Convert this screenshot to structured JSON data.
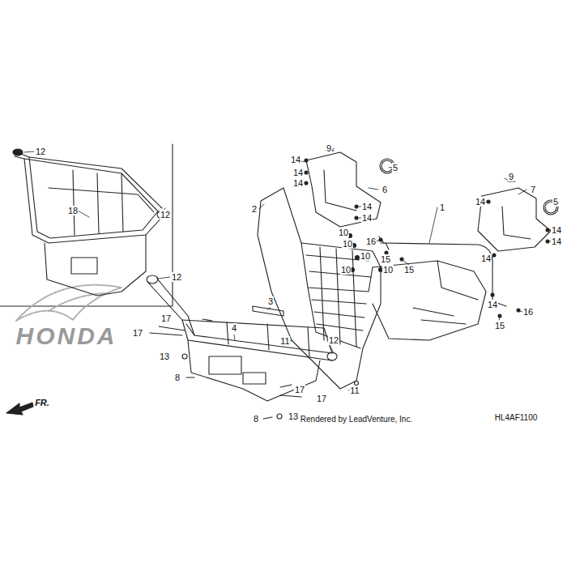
{
  "diagram": {
    "labels": [
      "12",
      "18",
      "12",
      "12",
      "3",
      "4",
      "17",
      "17",
      "13",
      "8",
      "17",
      "17",
      "8",
      "13",
      "12",
      "11",
      "11",
      "2",
      "9",
      "14",
      "14",
      "14",
      "5",
      "6",
      "14",
      "14",
      "10",
      "10",
      "10",
      "10",
      "10",
      "16",
      "15",
      "15",
      "1",
      "9",
      "7",
      "5",
      "14",
      "14",
      "14",
      "14",
      "14",
      "15",
      "16",
      "FR.",
      "Rendered by LeadVenture, Inc.",
      "HL4AF1100",
      "HONDA"
    ]
  }
}
